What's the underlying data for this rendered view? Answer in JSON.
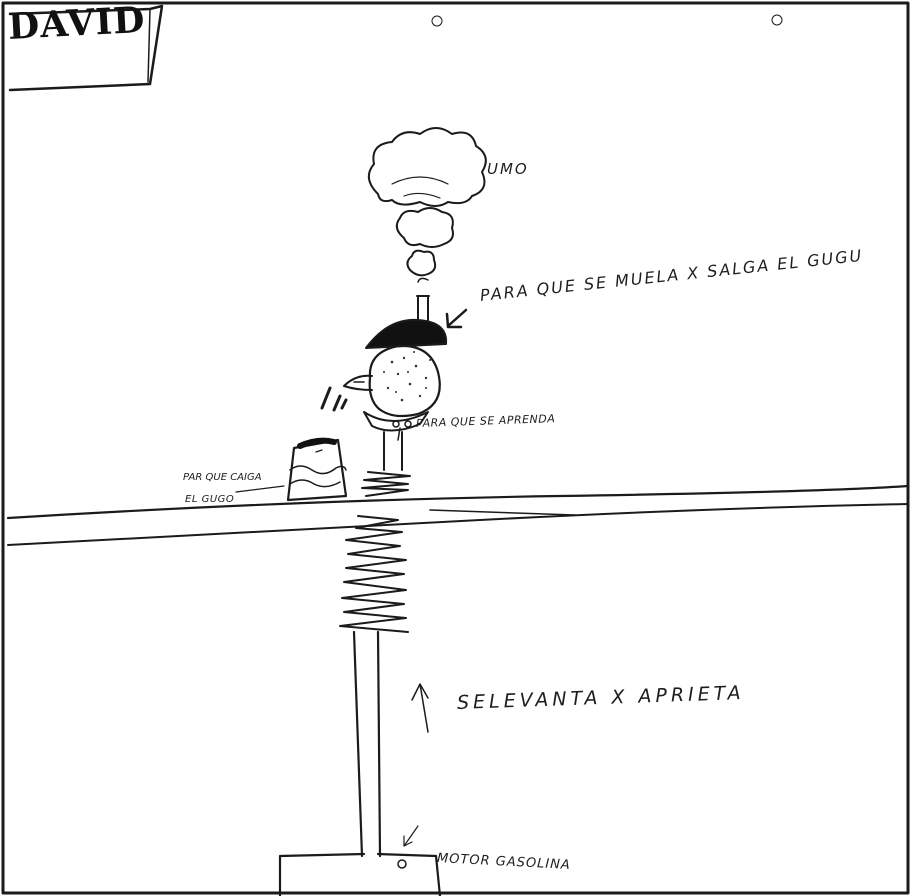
{
  "drawing": {
    "name": "DAVID",
    "labels": {
      "smoke": "UMO",
      "press": "PARA QUE SE MUELA X SALGA EL GUGU",
      "cutter": "PARA QUE SE APRENDA",
      "cup_line1": "PAR QUE CAIGA",
      "cup_line2": "EL GUGO",
      "lift": "SELEVANTA X APRIETA",
      "motor": "MOTOR GASOLINA"
    }
  }
}
